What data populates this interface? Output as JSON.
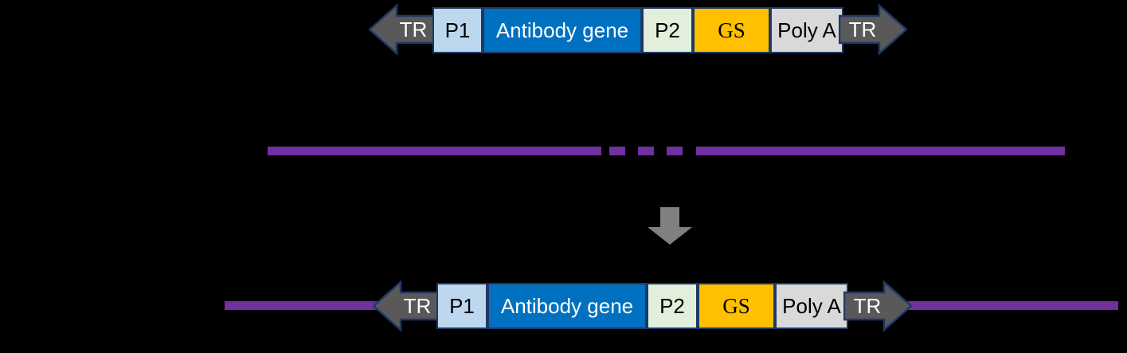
{
  "figure": {
    "title": "",
    "background_color": "#000000",
    "colors": {
      "promoter1": "#BDD7EE",
      "antibody_gene": "#0070C0",
      "promoter2": "#E2EFDA",
      "selection_marker": "#FFC000",
      "poly_a": "#D9D9D9",
      "terminal_repeat": "#595959",
      "box_border": "#1F3864",
      "genomic_dna": "#7030A0",
      "process_arrow": "#808080"
    }
  },
  "top_construct": {
    "name": "transposon-donor-construct",
    "left_arrow_label": "TR",
    "right_arrow_label": "TR",
    "elements": [
      {
        "key": "p1",
        "label": "P1"
      },
      {
        "key": "gene",
        "label": "Antibody gene"
      },
      {
        "key": "p2",
        "label": "P2"
      },
      {
        "key": "gs",
        "label": "GS"
      },
      {
        "key": "pa",
        "label": "Poly A"
      }
    ]
  },
  "genomic_dna": {
    "name": "host-genomic-dna",
    "label": "",
    "style": "solid-dashed-solid"
  },
  "process_arrow": {
    "name": "transposition-arrow",
    "label": "",
    "direction": "down"
  },
  "bottom_construct": {
    "name": "integrated-construct",
    "left_arrow_label": "TR",
    "right_arrow_label": "TR",
    "elements": [
      {
        "key": "p1",
        "label": "P1"
      },
      {
        "key": "gene",
        "label": "Antibody gene"
      },
      {
        "key": "p2",
        "label": "P2"
      },
      {
        "key": "gs",
        "label": "GS"
      },
      {
        "key": "pa",
        "label": "Poly A"
      }
    ]
  }
}
